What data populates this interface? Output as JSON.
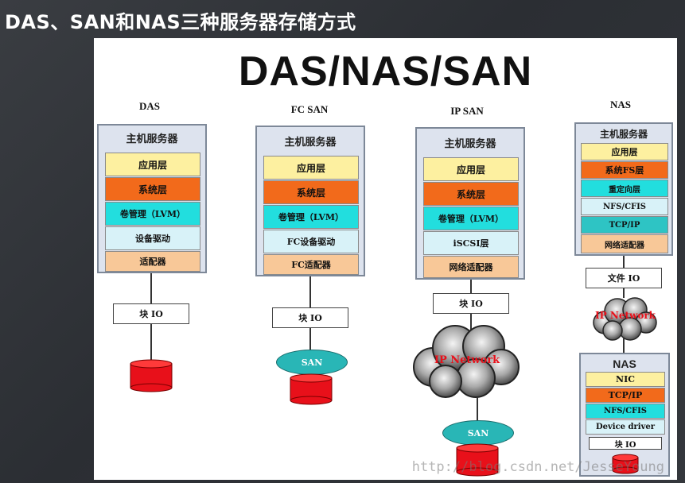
{
  "slide_title": "DAS、SAN和NAS三种服务器存储方式",
  "main_title": "DAS/NAS/SAN",
  "host_label": "主机服务器",
  "columns": {
    "das": {
      "title": "DAS",
      "layers": [
        "应用层",
        "系统层",
        "卷管理（LVM）",
        "设备驱动",
        "适配器"
      ],
      "io": "块 IO"
    },
    "fcsan": {
      "title": "FC SAN",
      "layers": [
        "应用层",
        "系统层",
        "卷管理（LVM）",
        "FC设备驱动",
        "FC适配器"
      ],
      "io": "块 IO",
      "storage": "SAN"
    },
    "ipsan": {
      "title": "IP SAN",
      "layers": [
        "应用层",
        "系统层",
        "卷管理（LVM）",
        "iSCSI层",
        "网络适配器"
      ],
      "io": "块 IO",
      "network": "IP Network",
      "storage": "SAN"
    },
    "nas": {
      "title": "NAS",
      "layers": [
        "应用层",
        "系统FS层",
        "重定向层",
        "NFS/CFIS",
        "TCP/IP",
        "网络适配器"
      ],
      "io": "文件 IO",
      "network": "IP Network",
      "nas_label": "NAS",
      "nas_layers": [
        "NIC",
        "TCP/IP",
        "NFS/CFIS",
        "Device driver"
      ],
      "nas_io": "块 IO"
    }
  },
  "watermark": "http://blog.csdn.net/JesseYoung",
  "colors": {
    "app": "#fdf0a0",
    "sys": "#f26a1b",
    "volume": "#22dede",
    "driver": "#d8f2f8",
    "adapter": "#f8c898",
    "disk": "#e8101a",
    "san": "#29b6b6"
  }
}
